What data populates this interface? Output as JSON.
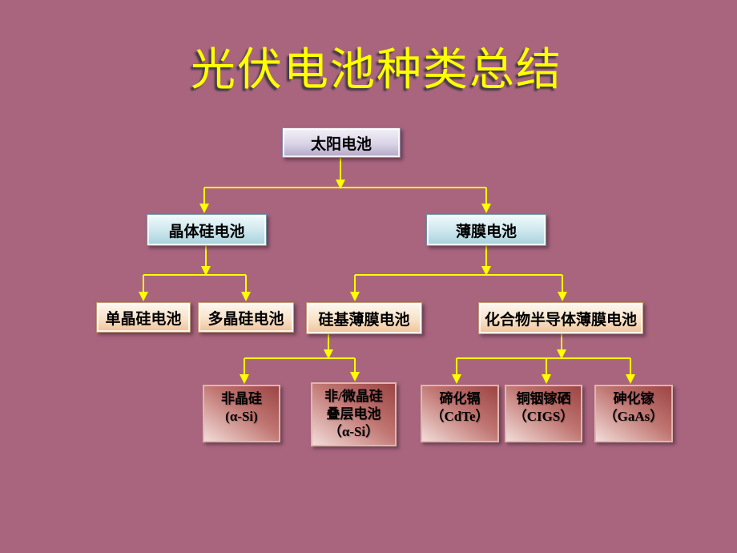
{
  "slide": {
    "title": "光伏电池种类总结",
    "background_color": "#a9657e",
    "accent_color": "#ffff00",
    "node_colors": {
      "level1_gradient": [
        "#f5f2f8",
        "#b1a5c4"
      ],
      "level2_gradient": [
        "#f1fafc",
        "#a5d1dc"
      ],
      "level3_gradient": [
        "#fdf8f0",
        "#efc299"
      ],
      "level4_gradient": [
        "#9c4545",
        "#f2dcd8"
      ],
      "text": "#000000"
    }
  },
  "nodes": {
    "solar": {
      "label": "太阳电池"
    },
    "crystalline": {
      "label": "晶体硅电池"
    },
    "thin_film": {
      "label": "薄膜电池"
    },
    "mono_si": {
      "label": "单晶硅电池"
    },
    "poly_si": {
      "label": "多晶硅电池"
    },
    "si_thin_film": {
      "label": "硅基薄膜电池"
    },
    "compound": {
      "label": "化合物半导体薄膜电池"
    },
    "amorphous": {
      "line1": "非晶硅",
      "line2": "(α-Si)"
    },
    "tandem": {
      "line1": "非/微晶硅",
      "line2": "叠层电池",
      "line3": "（α-Si）"
    },
    "cdte": {
      "line1": "碲化镉",
      "line2": "（CdTe）"
    },
    "cigs": {
      "line1": "铜铟镓硒",
      "line2": "（CIGS）"
    },
    "gaas": {
      "line1": "砷化镓",
      "line2": "（GaAs）"
    }
  },
  "hierarchy": {
    "太阳电池": [
      "晶体硅电池",
      "薄膜电池"
    ],
    "晶体硅电池": [
      "单晶硅电池",
      "多晶硅电池"
    ],
    "薄膜电池": [
      "硅基薄膜电池",
      "化合物半导体薄膜电池"
    ],
    "硅基薄膜电池": [
      "非晶硅 (α-Si)",
      "非/微晶硅叠层电池（α-Si）"
    ],
    "化合物半导体薄膜电池": [
      "碲化镉（CdTe）",
      "铜铟镓硒（CIGS）",
      "砷化镓（GaAs）"
    ]
  }
}
